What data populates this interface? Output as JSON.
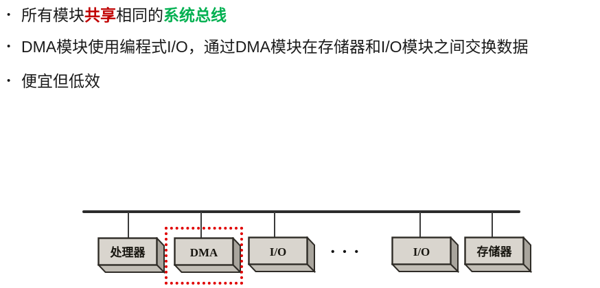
{
  "slide": {
    "bullet_char": "•",
    "bullets": [
      {
        "segments": [
          {
            "text": "所有模块",
            "color": "#1a1a1a",
            "bold": false
          },
          {
            "text": "共享",
            "color": "#c00000",
            "bold": true
          },
          {
            "text": "相同的",
            "color": "#1a1a1a",
            "bold": false
          },
          {
            "text": "系统总线",
            "color": "#00b050",
            "bold": true
          }
        ]
      },
      {
        "segments": [
          {
            "text": "DMA模块使用编程式I/O，通过DMA模块在存储器和I/O模块之间交换数据",
            "color": "#1a1a1a",
            "bold": false
          }
        ]
      },
      {
        "segments": [
          {
            "text": "便宜但低效",
            "color": "#1a1a1a",
            "bold": false
          }
        ]
      }
    ]
  },
  "diagram": {
    "boxes": [
      {
        "label": "处理器",
        "highlighted": false
      },
      {
        "label": "DMA",
        "highlighted": true
      },
      {
        "label": "I/O",
        "highlighted": false
      },
      {
        "label": "I/O",
        "highlighted": false
      },
      {
        "label": "存储器",
        "highlighted": false
      }
    ],
    "ellipsis": "•••",
    "colors": {
      "bus_line": "#2b2b2b",
      "highlight_border": "#e00000",
      "box_face": "#d9d5ce",
      "box_side": "#a9a59d",
      "box_bottom": "#c2beb6",
      "box_border": "#2e2b26",
      "box_text": "#17150f"
    }
  }
}
